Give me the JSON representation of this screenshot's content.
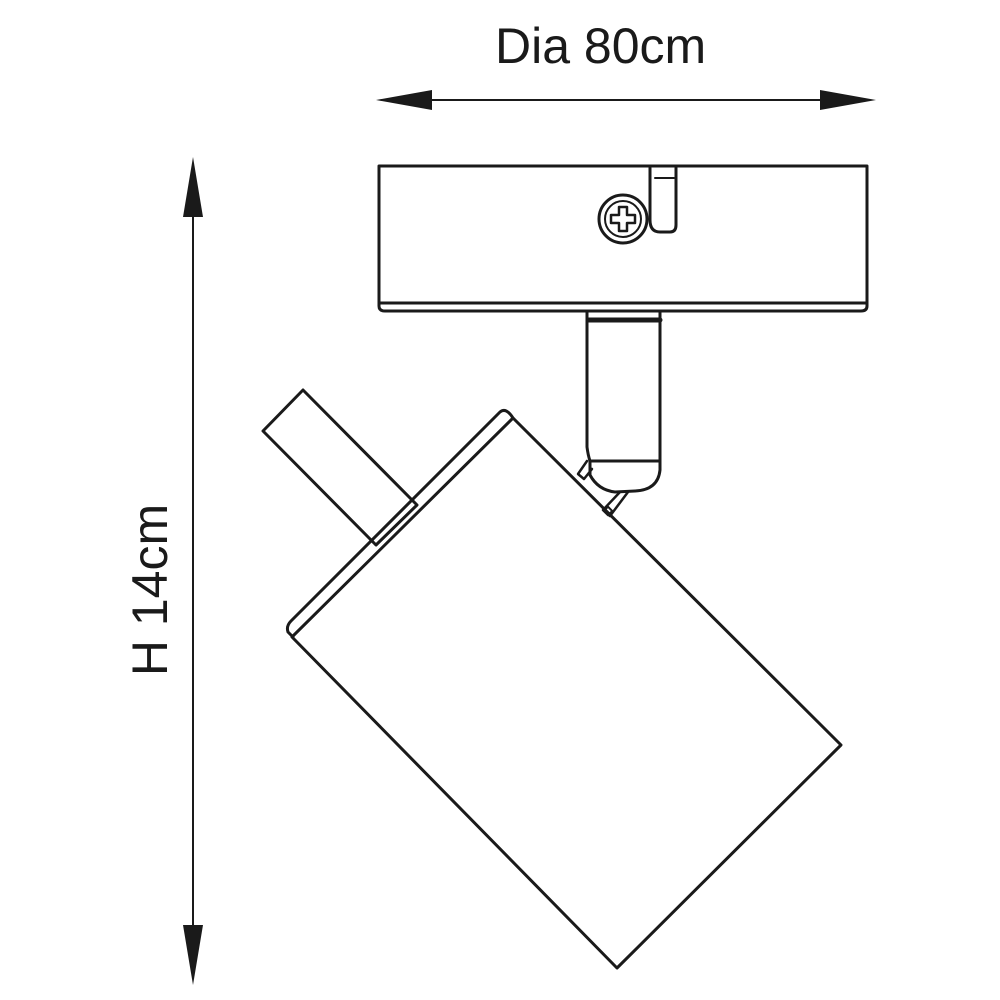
{
  "diagram": {
    "type": "product dimension drawing",
    "subject": "single ceiling spotlight",
    "line_color": "#1a1a1a",
    "background": "#ffffff"
  },
  "dimensions": {
    "width_label": "Dia 80cm",
    "height_label": "H 14cm"
  },
  "components": [
    {
      "name": "ceiling-backplate",
      "note": "rectangular mounting plate with phillips screw"
    },
    {
      "name": "mounting-screw",
      "glyph": "phillips-cross"
    },
    {
      "name": "swivel-arm",
      "note": "vertical stem with rounded knuckle joint"
    },
    {
      "name": "spotlight-shade",
      "note": "cylindrical head tilted 45 degrees"
    },
    {
      "name": "rear-cap",
      "note": "rectangular tube at back of shade"
    }
  ]
}
